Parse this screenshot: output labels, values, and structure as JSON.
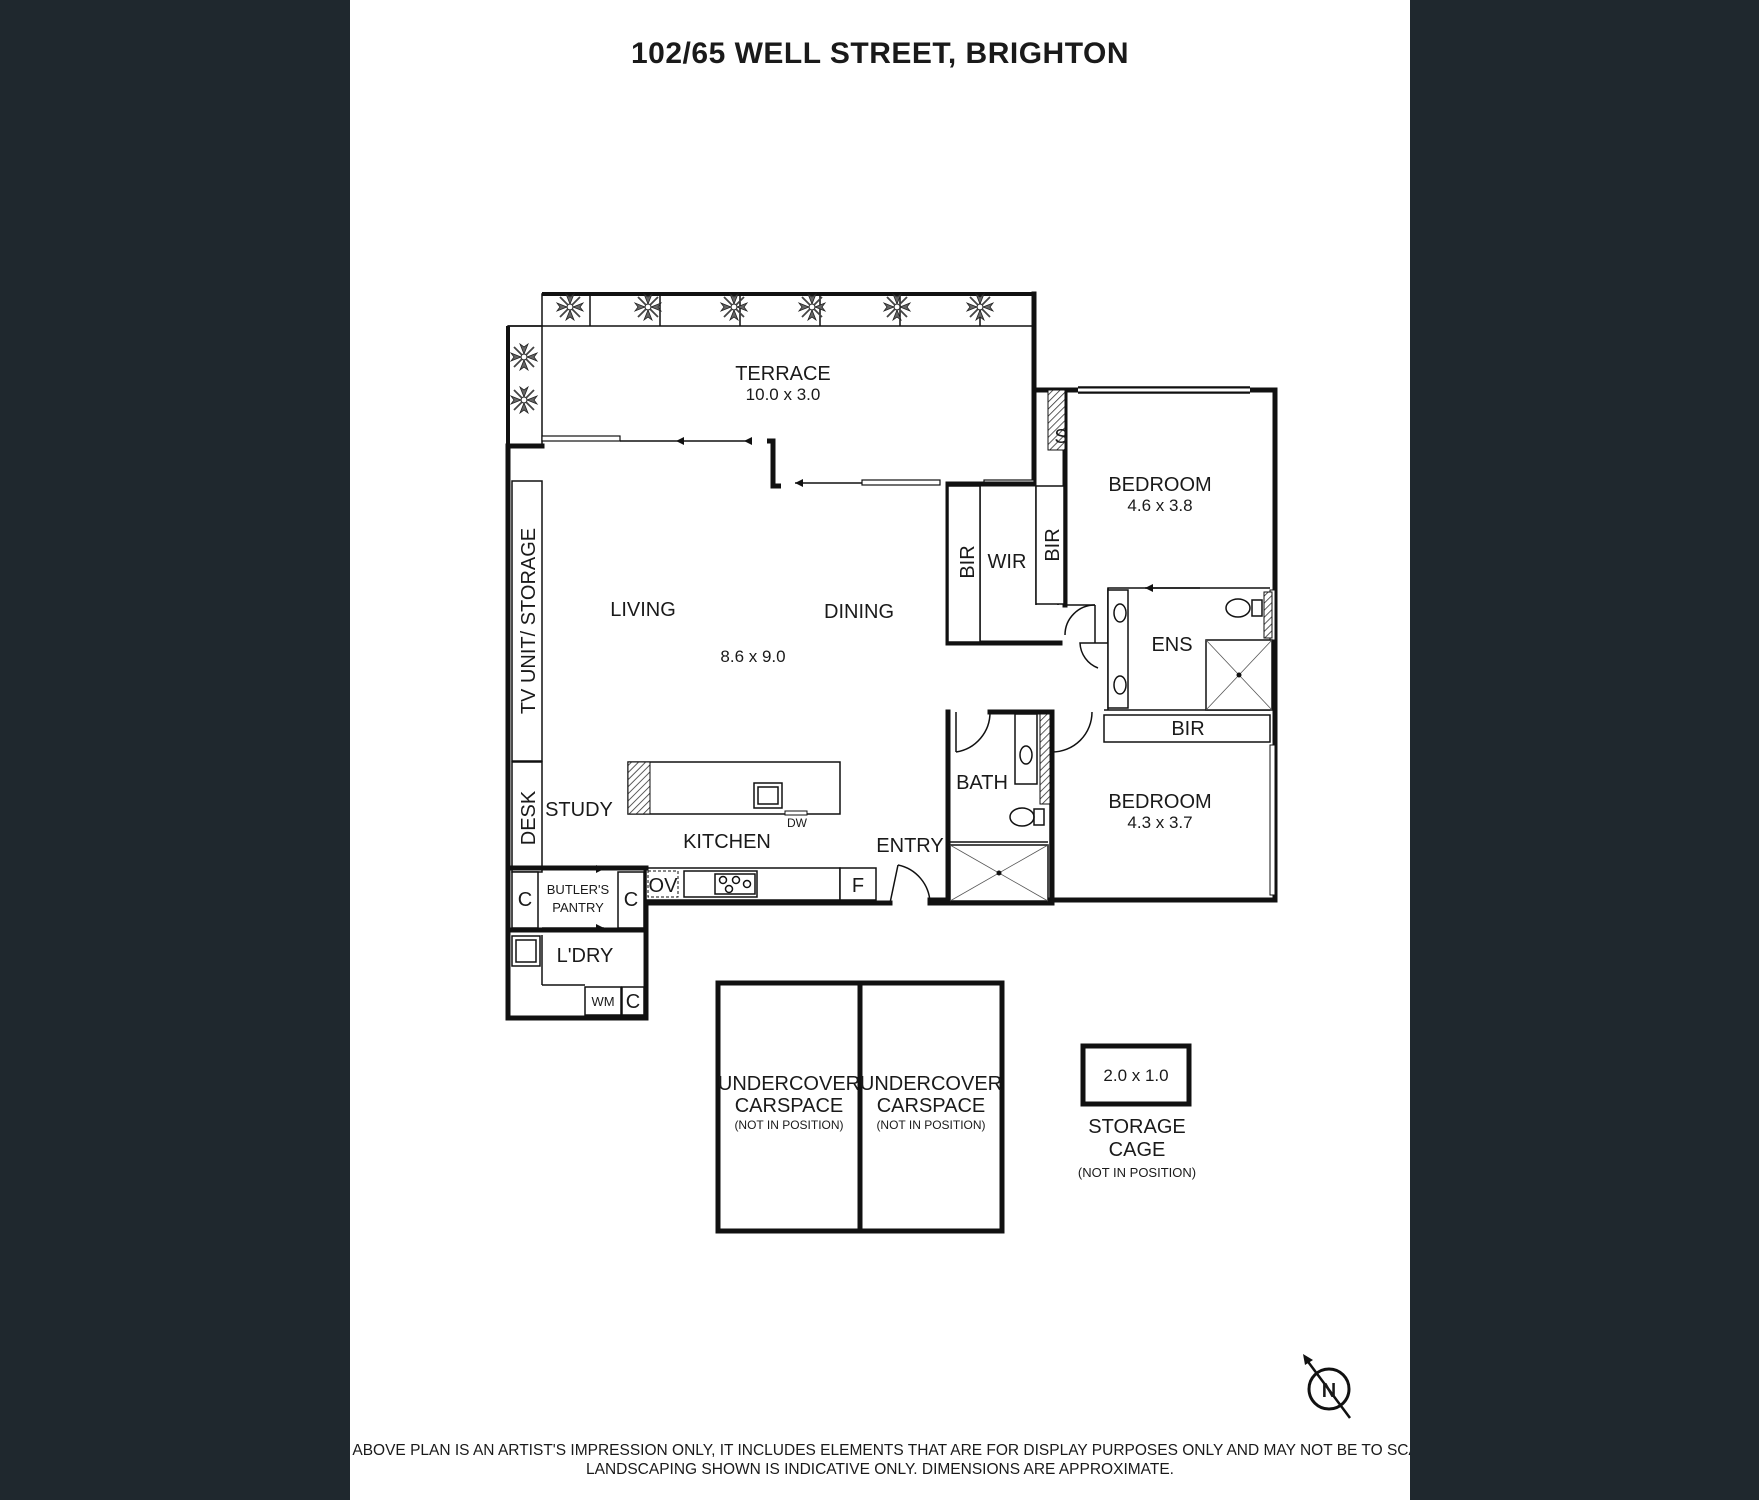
{
  "title": "102/65 WELL STREET, BRIGHTON",
  "rooms": {
    "terrace": {
      "label": "TERRACE",
      "dims": "10.0 x 3.0"
    },
    "living": {
      "label": "LIVING"
    },
    "dining": {
      "label": "DINING"
    },
    "living_dims": "8.6 x 9.0",
    "tv_unit": "TV UNIT/ STORAGE",
    "desk": "DESK",
    "study": "STUDY",
    "kitchen": "KITCHEN",
    "dw": "DW",
    "ov": "OV",
    "fridge": "F",
    "entry": "ENTRY",
    "butlers_pantry_1": "BUTLER'S",
    "butlers_pantry_2": "PANTRY",
    "c_label": "C",
    "laundry": "L'DRY",
    "wm": "WM",
    "bath": "BATH",
    "bir": "BIR",
    "wir": "WIR",
    "ens": "ENS",
    "s": "S",
    "bedroom1": {
      "label": "BEDROOM",
      "dims": "4.6 x 3.8"
    },
    "bedroom2": {
      "label": "BEDROOM",
      "dims": "4.3 x 3.7"
    }
  },
  "carspaces": [
    {
      "line1": "UNDERCOVER",
      "line2": "CARSPACE",
      "note": "(NOT IN POSITION)"
    },
    {
      "line1": "UNDERCOVER",
      "line2": "CARSPACE",
      "note": "(NOT IN POSITION)"
    }
  ],
  "storage": {
    "dims": "2.0 x 1.0",
    "line1": "STORAGE",
    "line2": "CAGE",
    "note": "(NOT IN POSITION)"
  },
  "compass": {
    "label": "N"
  },
  "disclaimer": {
    "line1": "THE ABOVE PLAN IS AN ARTIST'S IMPRESSION ONLY, IT INCLUDES ELEMENTS THAT ARE FOR DISPLAY PURPOSES ONLY AND MAY NOT BE TO SCALE.",
    "line2": "LANDSCAPING SHOWN IS INDICATIVE ONLY. DIMENSIONS ARE APPROXIMATE."
  }
}
